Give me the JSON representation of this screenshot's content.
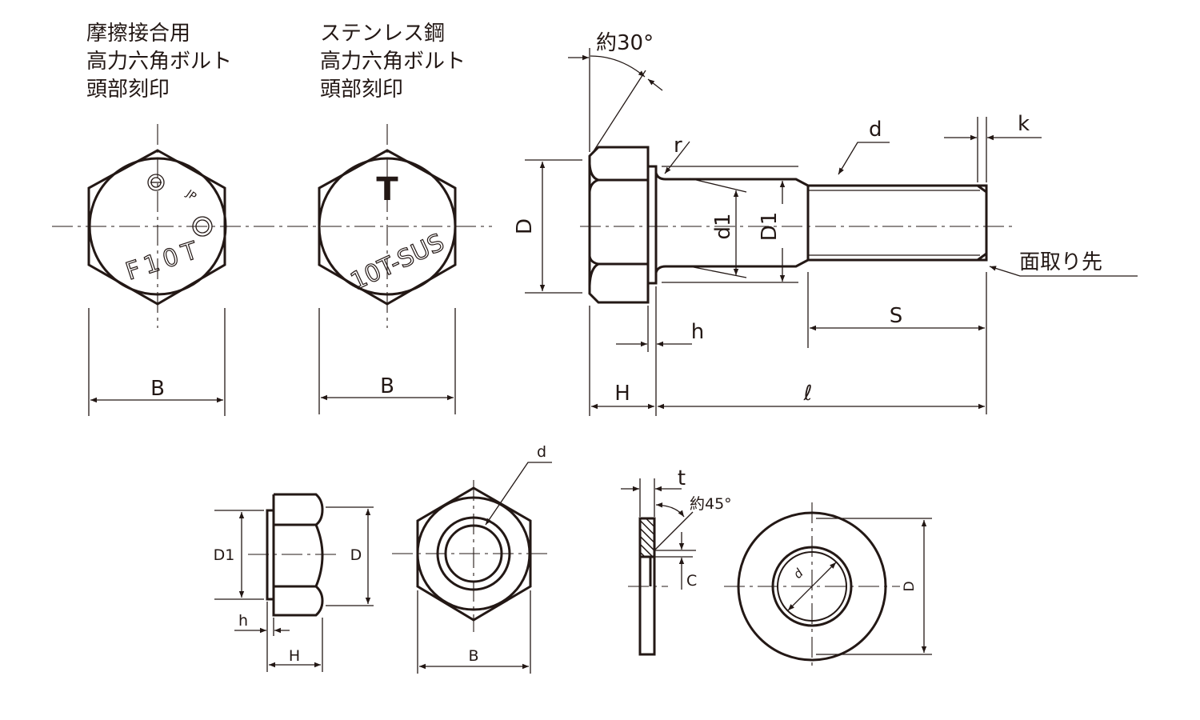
{
  "titles": {
    "friction_bolt": [
      "摩擦接合用",
      "高力六角ボルト",
      "頭部刻印"
    ],
    "stainless_bolt": [
      "ステンレス鋼",
      "高力六角ボルト",
      "頭部刻印"
    ]
  },
  "head_marks": {
    "friction": "F10T",
    "stainless_top": "T",
    "stainless_bottom": "10T-SUS"
  },
  "bolt_dims": {
    "B": "B",
    "D": "D",
    "d1": "d1",
    "D1": "D1",
    "r": "r",
    "d": "d",
    "k": "k",
    "angle": "約30°",
    "chamfer": "面取り先",
    "S": "S",
    "h": "h",
    "H": "H",
    "l": "ℓ"
  },
  "nut_dims": {
    "D1": "D1",
    "D": "D",
    "h": "h",
    "H": "H",
    "B": "B",
    "d": "d"
  },
  "washer_dims": {
    "t": "t",
    "angle": "約45°",
    "C": "C",
    "D": "D",
    "d": "d"
  },
  "colors": {
    "line": "#231815",
    "background": "#ffffff"
  }
}
